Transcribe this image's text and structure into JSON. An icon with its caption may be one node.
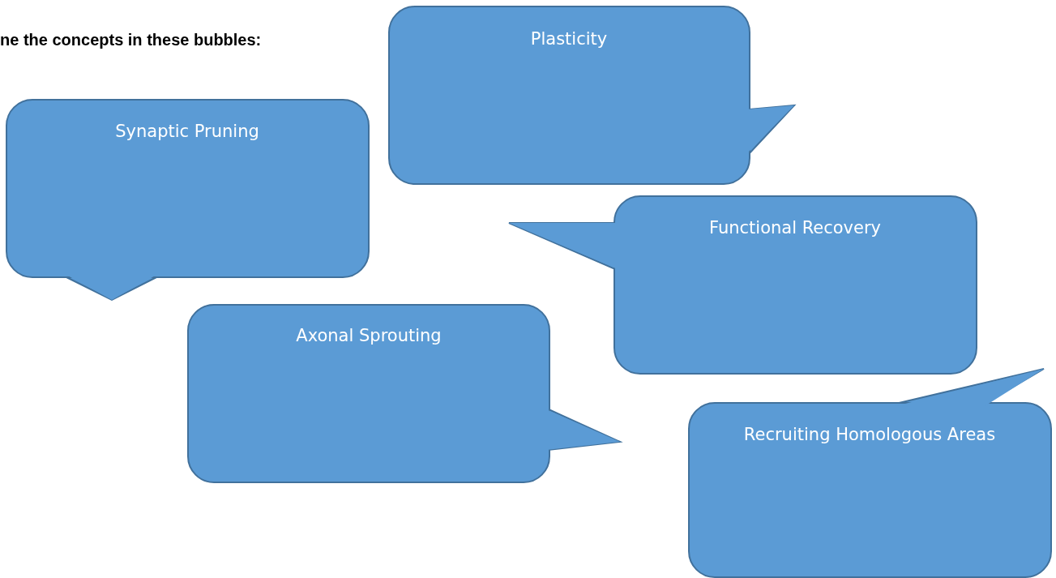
{
  "diagram": {
    "title": "ne the concepts in these bubbles:",
    "nodes": [
      {
        "text": [
          "Plasticity"
        ]
      },
      {
        "text": [
          "Synaptic Pruning"
        ]
      },
      {
        "text": [
          "Functional Recovery"
        ]
      },
      {
        "text": [
          "Axonal Sprouting"
        ]
      },
      {
        "text": [
          "Recruiting Homologous Areas"
        ]
      }
    ]
  }
}
